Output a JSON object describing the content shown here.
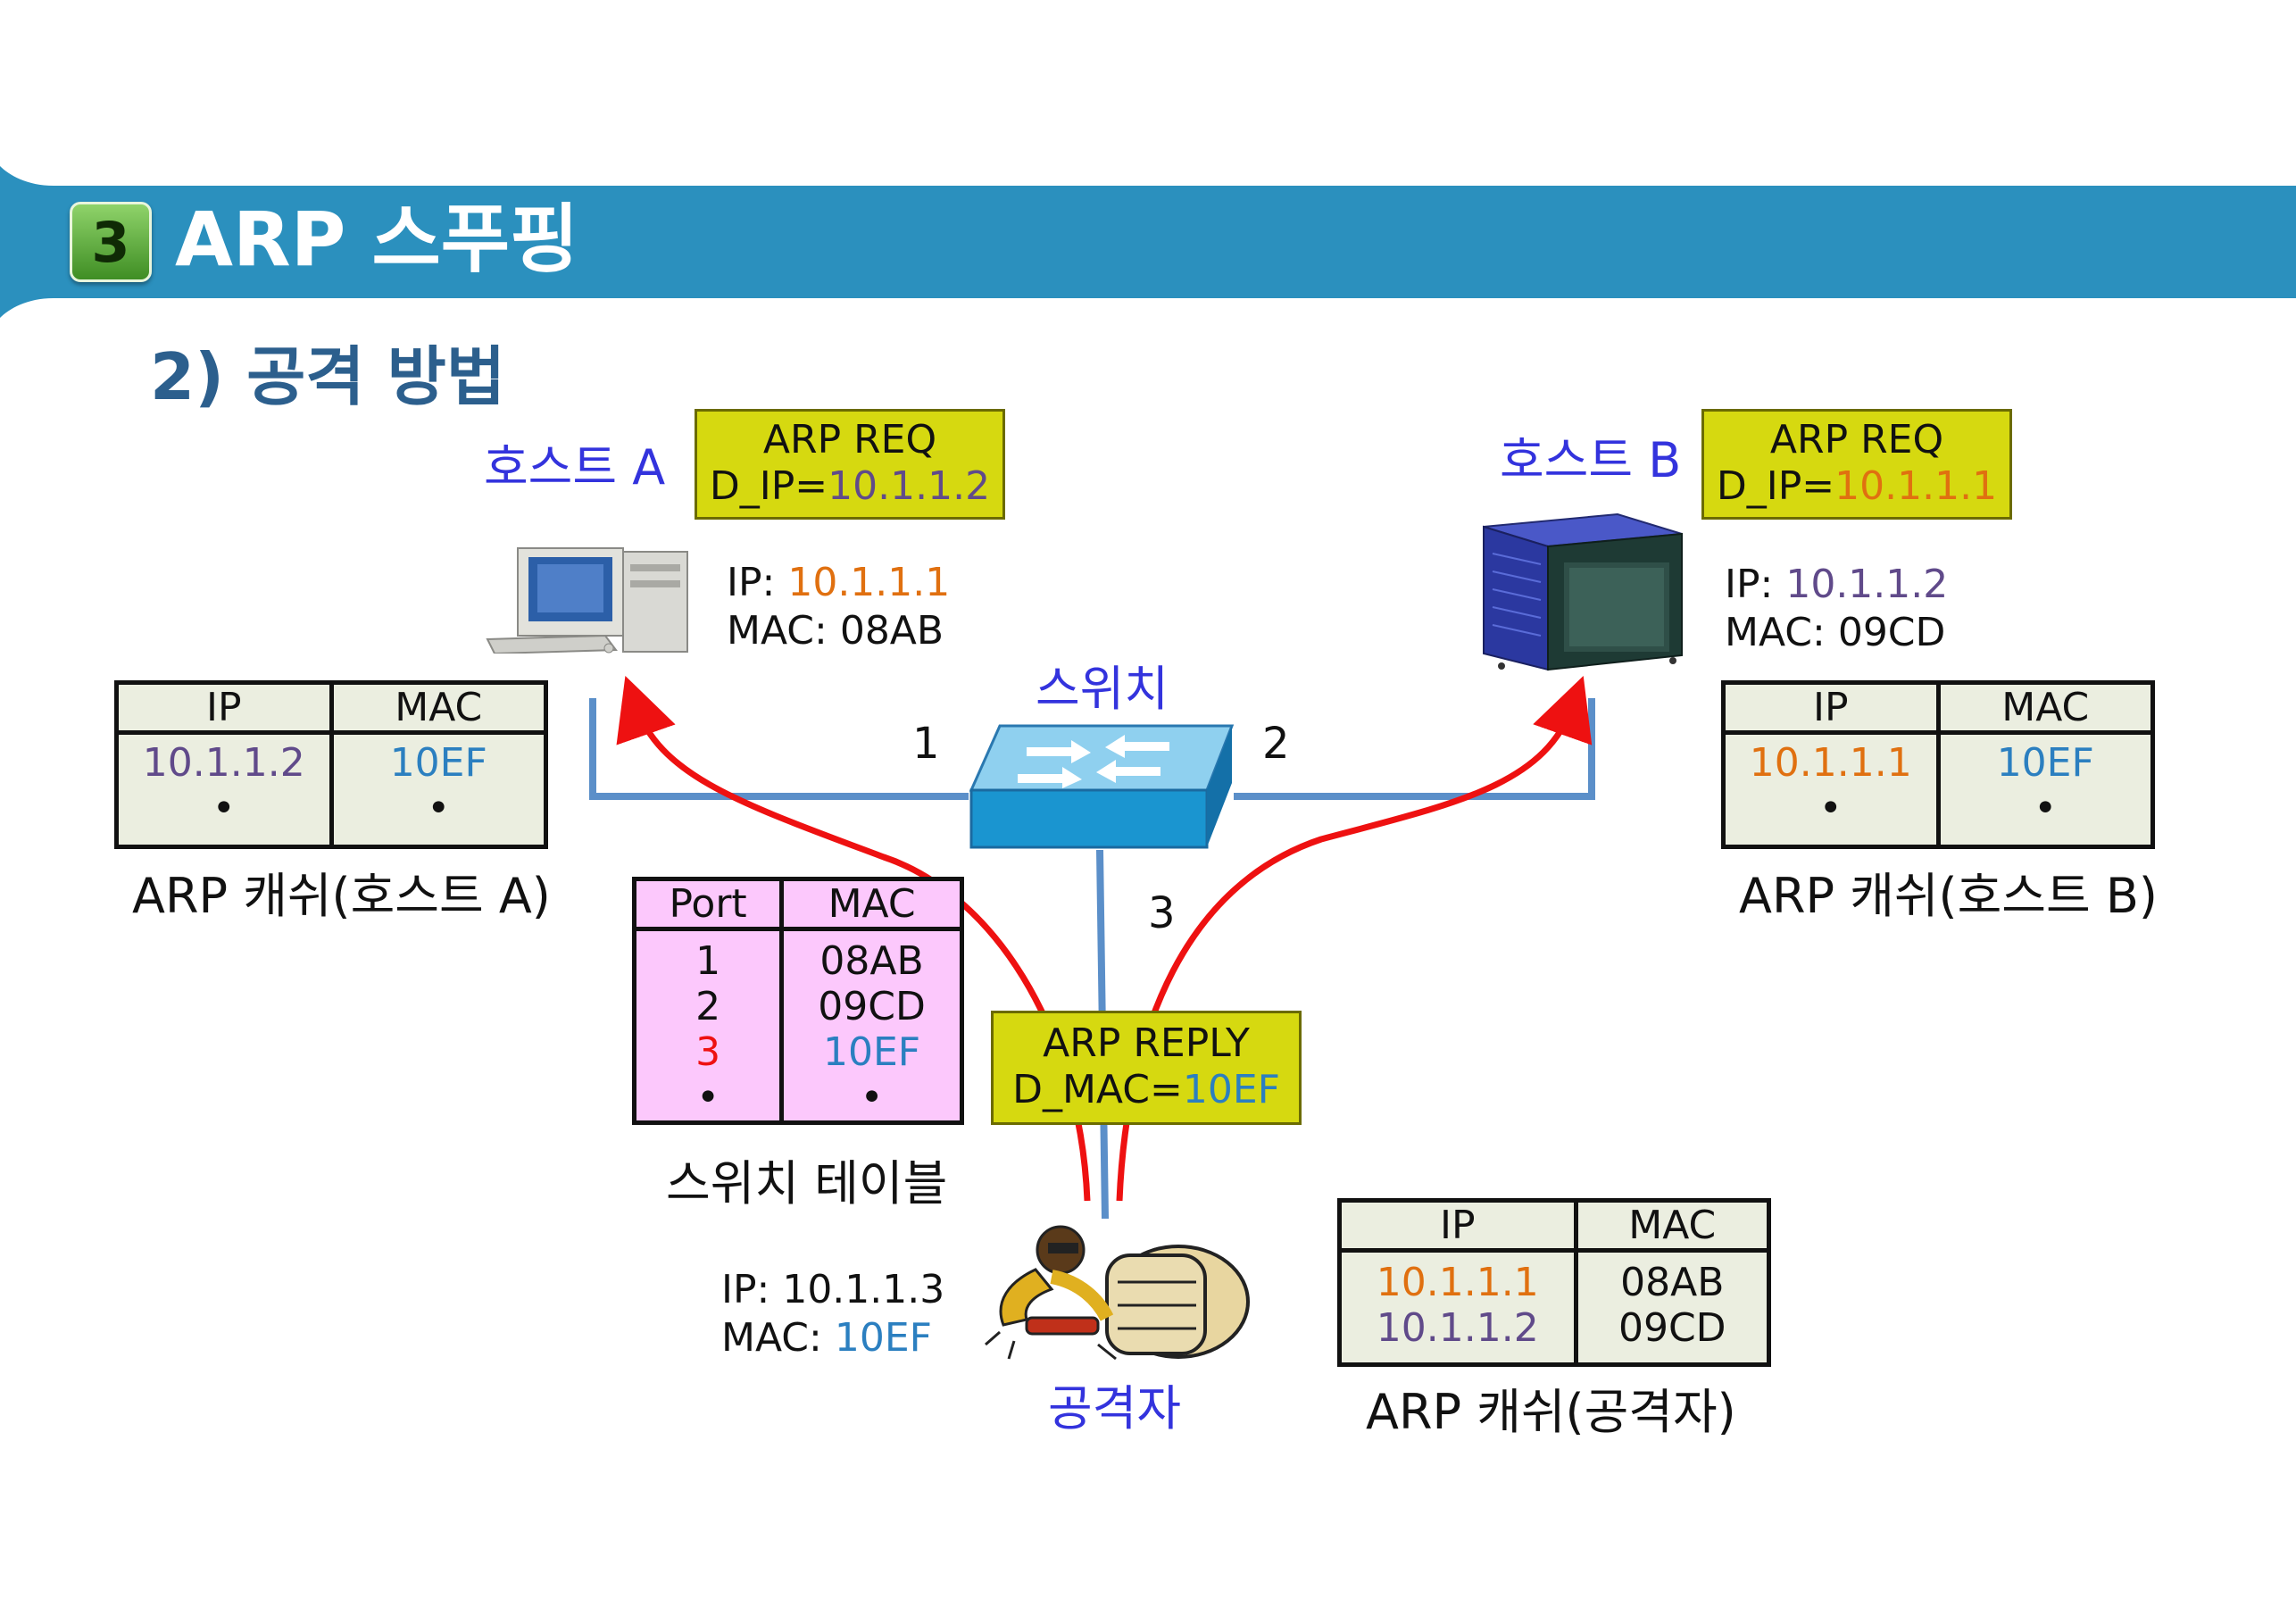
{
  "header": {
    "section_number": "3",
    "title": "ARP 스푸핑"
  },
  "subtitle": "2) 공격 방법",
  "host_a": {
    "label": "호스트 A",
    "request_title": "ARP REQ",
    "request_prefix": "D_IP=",
    "request_ip": "10.1.1.2",
    "ip_prefix": "IP: ",
    "ip": "10.1.1.1",
    "mac_line": "MAC: 08AB",
    "cache": {
      "col_ip": "IP",
      "col_mac": "MAC",
      "ip": "10.1.1.2",
      "mac": "10EF",
      "dot": "•"
    },
    "cache_caption": "ARP 캐쉬(호스트 A)"
  },
  "host_b": {
    "label": "호스트 B",
    "request_title": "ARP REQ",
    "request_prefix": "D_IP=",
    "request_ip": "10.1.1.1",
    "ip_prefix": "IP: ",
    "ip": "10.1.1.2",
    "mac_line": "MAC: 09CD",
    "cache": {
      "col_ip": "IP",
      "col_mac": "MAC",
      "ip": "10.1.1.1",
      "mac": "10EF",
      "dot": "•"
    },
    "cache_caption": "ARP 캐쉬(호스트 B)"
  },
  "switch": {
    "label": "스위치",
    "port1": "1",
    "port2": "2",
    "port3": "3",
    "table": {
      "col_port": "Port",
      "col_mac": "MAC",
      "rows": [
        {
          "port": "1",
          "mac": "08AB"
        },
        {
          "port": "2",
          "mac": "09CD"
        },
        {
          "port": "3",
          "mac": "10EF"
        },
        {
          "port": "•",
          "mac": "•"
        }
      ]
    },
    "table_caption": "스위치 테이블"
  },
  "reply": {
    "title": "ARP REPLY",
    "prefix": "D_MAC=",
    "mac": "10EF"
  },
  "attacker": {
    "label": "공격자",
    "ip_line": "IP: 10.1.1.3",
    "mac_prefix": "MAC: ",
    "mac": "10EF",
    "cache": {
      "col_ip": "IP",
      "col_mac": "MAC",
      "ip1": "10.1.1.1",
      "ip2": "10.1.1.2",
      "mac1": "08AB",
      "mac2": "09CD"
    },
    "cache_caption": "ARP 캐쉬(공격자)"
  },
  "colors": {
    "banner": "#2b90be",
    "link": "#5b8fc9",
    "arrow": "#ee1111",
    "request_box": "#d6d910",
    "switch_table_bg": "#fcc8fc",
    "cache_bg": "#ebeee0"
  }
}
